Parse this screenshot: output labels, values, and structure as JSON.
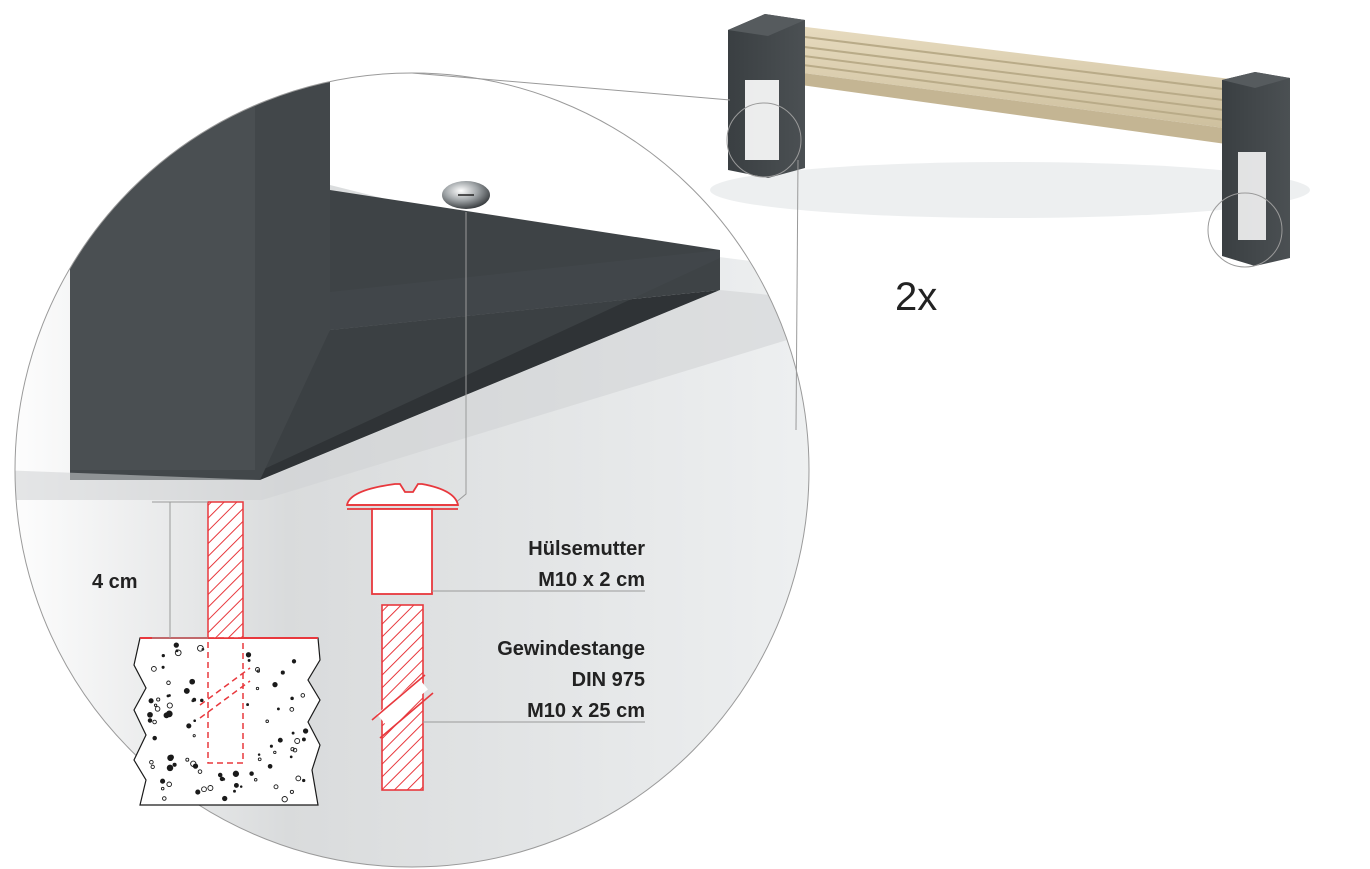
{
  "quantity_label": "2x",
  "dimension_label": "4 cm",
  "sleeve_nut": {
    "name": "Hülsemutter",
    "spec": "M10 x 2 cm"
  },
  "threaded_rod": {
    "name": "Gewindestange",
    "standard": "DIN 975",
    "spec": "M10 x 25 cm"
  },
  "colors": {
    "drawing_red": "#e8383d",
    "leg_dark": "#3c4144",
    "wood": "#ddd0b3",
    "callout_line": "#9a9a9a",
    "text": "#222222"
  }
}
